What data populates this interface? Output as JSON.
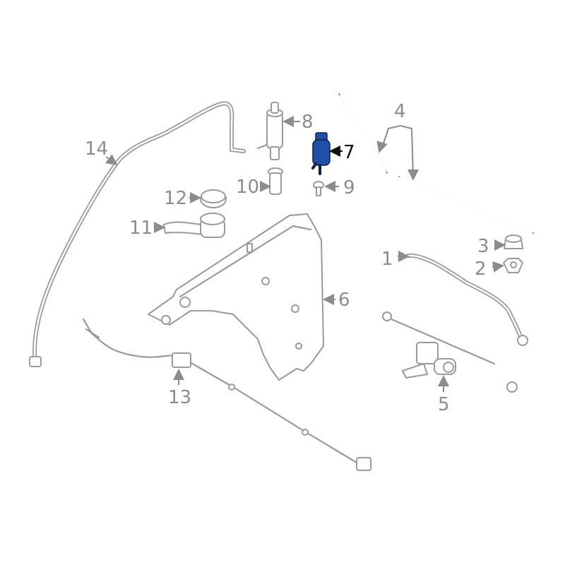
{
  "diagram": {
    "highlighted_part": "7",
    "highlight_color": "#1f4fa8",
    "callouts": [
      {
        "id": "1",
        "label": "1"
      },
      {
        "id": "2",
        "label": "2"
      },
      {
        "id": "3",
        "label": "3"
      },
      {
        "id": "4",
        "label": "4"
      },
      {
        "id": "5",
        "label": "5"
      },
      {
        "id": "6",
        "label": "6"
      },
      {
        "id": "7",
        "label": "7"
      },
      {
        "id": "8",
        "label": "8"
      },
      {
        "id": "9",
        "label": "9"
      },
      {
        "id": "10",
        "label": "10"
      },
      {
        "id": "11",
        "label": "11"
      },
      {
        "id": "12",
        "label": "12"
      },
      {
        "id": "13",
        "label": "13"
      },
      {
        "id": "14",
        "label": "14"
      }
    ]
  }
}
